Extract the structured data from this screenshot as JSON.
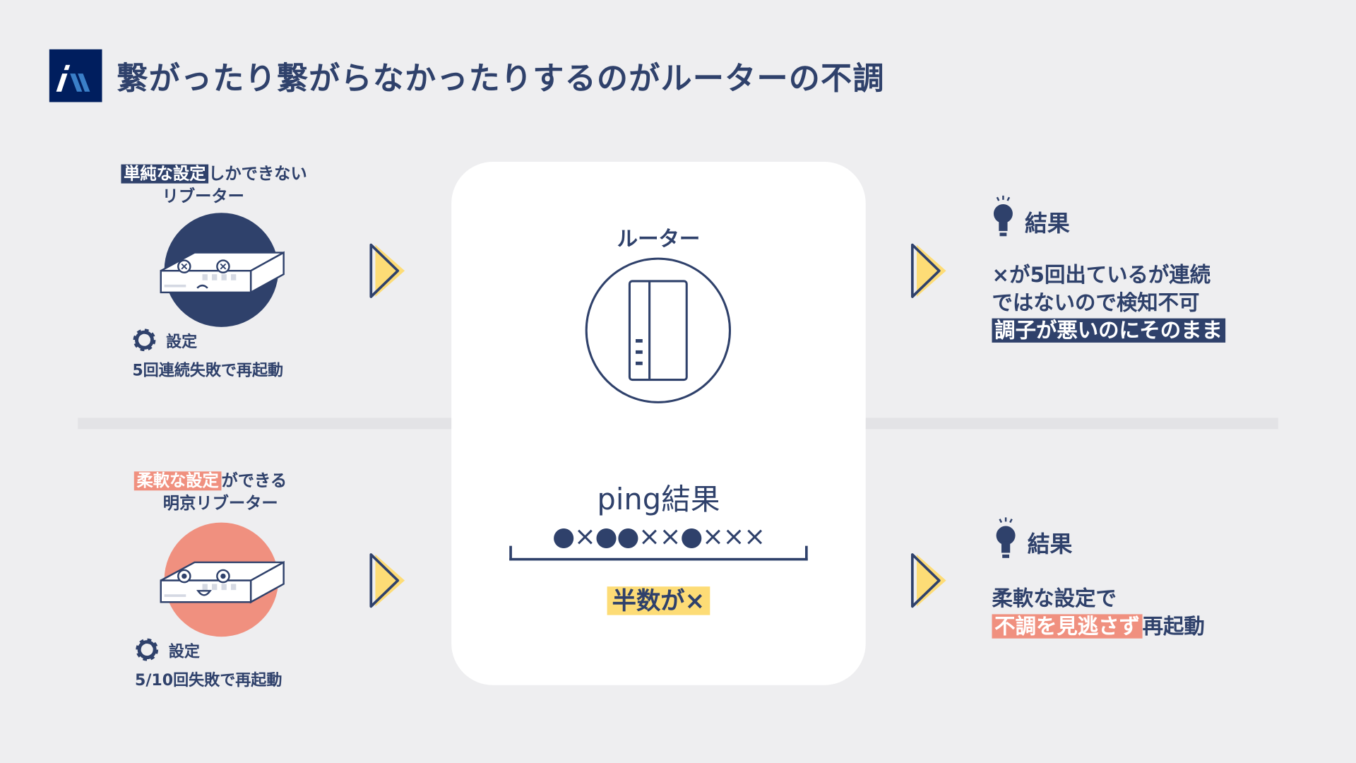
{
  "title": "繋がったり繋がらなかったりするのがルーターの不調",
  "top": {
    "label_highlight": "単純な設定",
    "label_rest": "しかできない",
    "label_line2": "リブーター",
    "settings_label": "設定",
    "settings_value": "5回連続失敗で再起動",
    "result_label": "結果",
    "result_line1": "×が5回出ているが連続",
    "result_line2": "ではないので検知不可",
    "result_line3": "調子が悪いのにそのまま"
  },
  "bottom": {
    "label_highlight": "柔軟な設定",
    "label_rest": "ができる",
    "label_line2": "明京リブーター",
    "settings_label": "設定",
    "settings_value": "5/10回失敗で再起動",
    "result_label": "結果",
    "result_line1": "柔軟な設定で",
    "result_highlight": "不調を見逃さず",
    "result_rest": "再起動"
  },
  "center": {
    "router_label": "ルーター",
    "ping_label": "ping結果",
    "ping_sequence": "●×●●××●×××",
    "ping_summary": "半数が×"
  },
  "colors": {
    "navy": "#2f416b",
    "yellow": "#fddc76",
    "pink": "#f0907f",
    "background": "#eeeef0"
  }
}
